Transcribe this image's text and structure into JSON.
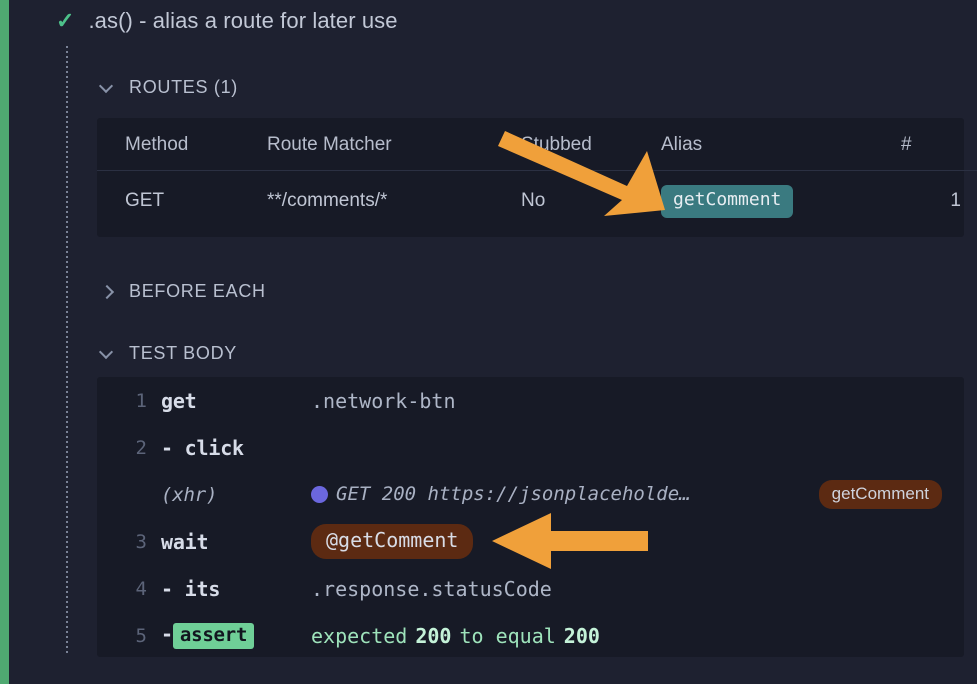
{
  "accent": {
    "pass_green": "#4fa971",
    "alias_teal": "#3a7a80",
    "alias_brown": "#5c2a12",
    "assert_green": "#6fcf97",
    "xhr_purple": "#6b67de",
    "arrow_orange": "#f0a03a",
    "panel_bg": "#171a26",
    "page_bg": "#1e2130"
  },
  "test": {
    "status_icon": "check-icon",
    "status": "passed",
    "title": ".as() - alias a route for later use"
  },
  "sections": {
    "routes": {
      "label": "ROUTES (1)",
      "expanded": true,
      "chevron": "chevron-down-icon"
    },
    "before_each": {
      "label": "BEFORE EACH",
      "expanded": false,
      "chevron": "chevron-right-icon"
    },
    "test_body": {
      "label": "TEST BODY",
      "expanded": true,
      "chevron": "chevron-down-icon"
    }
  },
  "routes_table": {
    "columns": [
      "Method",
      "Route Matcher",
      "Stubbed",
      "Alias",
      "#"
    ],
    "rows": [
      {
        "method": "GET",
        "matcher": "**/comments/*",
        "stubbed": "No",
        "alias": "getComment",
        "count": "1"
      }
    ]
  },
  "test_body": {
    "lines": [
      {
        "num": "1",
        "command": "get",
        "arg": ".network-btn",
        "type": "parent"
      },
      {
        "num": "2",
        "command": "- click",
        "arg": "",
        "type": "child"
      },
      {
        "num": "",
        "command": "(xhr)",
        "arg": "GET 200 https://jsonplaceholde…",
        "badge": "getComment",
        "type": "xhr"
      },
      {
        "num": "3",
        "command": "wait",
        "arg": "@getComment",
        "type": "parent-pill"
      },
      {
        "num": "4",
        "command": "- its",
        "arg": ".response.statusCode",
        "type": "child"
      },
      {
        "num": "5",
        "command": "- assert",
        "assert_label": "assert",
        "assert_parts": [
          "expected",
          "200",
          "to equal",
          "200"
        ],
        "type": "assert"
      }
    ]
  },
  "annotations": [
    {
      "name": "arrow-to-alias-column",
      "direction": "down-right"
    },
    {
      "name": "arrow-to-wait-alias",
      "direction": "left"
    }
  ]
}
